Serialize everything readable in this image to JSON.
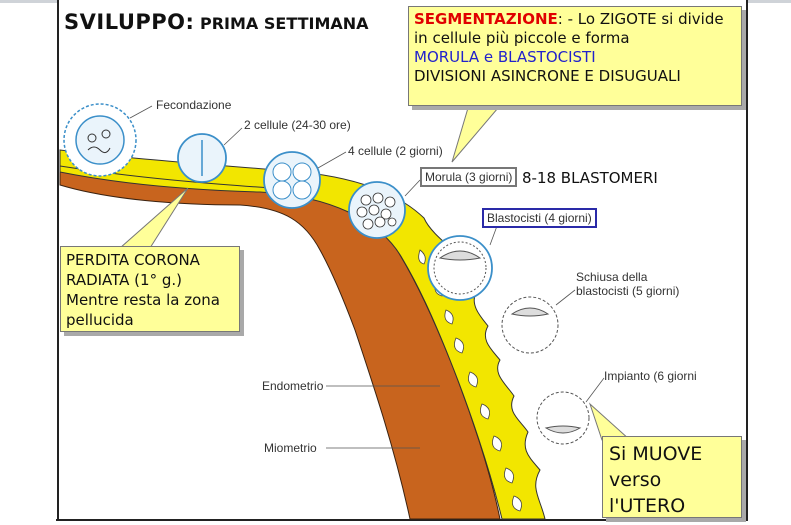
{
  "title": {
    "main": "SVILUPPO:",
    "sub": "PRIMA SETTIMANA"
  },
  "note_segmentation": {
    "heading": "SEGMENTAZIONE",
    "after_heading": ": -    Lo ZIGOTE si divide in cellule  più piccole e forma",
    "highlight": "MORULA e BLASTOCISTI",
    "body": "DIVISIONI ASINCRONE E DISUGUALI"
  },
  "note_corona": {
    "text": [
      "PERDITA CORONA",
      "RADIATA (1° g.)",
      "Mentre resta la zona",
      "pellucida"
    ]
  },
  "note_utero": {
    "text": [
      "Si MUOVE",
      "verso",
      "l'UTERO"
    ]
  },
  "labels": {
    "fecondazione": "Fecondazione",
    "due_cellule": "2 cellule (24-30 ore)",
    "quattro_cellule": "4 cellule (2 giorni)",
    "morula": "Morula (3 giorni)",
    "blastomeri": "8-18 BLASTOMERI",
    "blastocisti": "Blastocisti (4 giorni)",
    "schiusa_1": "Schiusa della",
    "schiusa_2": "blastocisti (5 giorni)",
    "impianto": "Impianto (6 giorni",
    "endometrio": "Endometrio",
    "miometrio": "Miometrio"
  },
  "colors": {
    "note_fill": "#ffff99",
    "heading_red": "#e00000",
    "highlight_blue": "#2222cc",
    "blasto_box": "#2a2aa8",
    "morula_box": "#777777",
    "myometrium": "#c8641e",
    "endometrium": "#f2e600",
    "cell_blue": "#3b8fc9"
  }
}
